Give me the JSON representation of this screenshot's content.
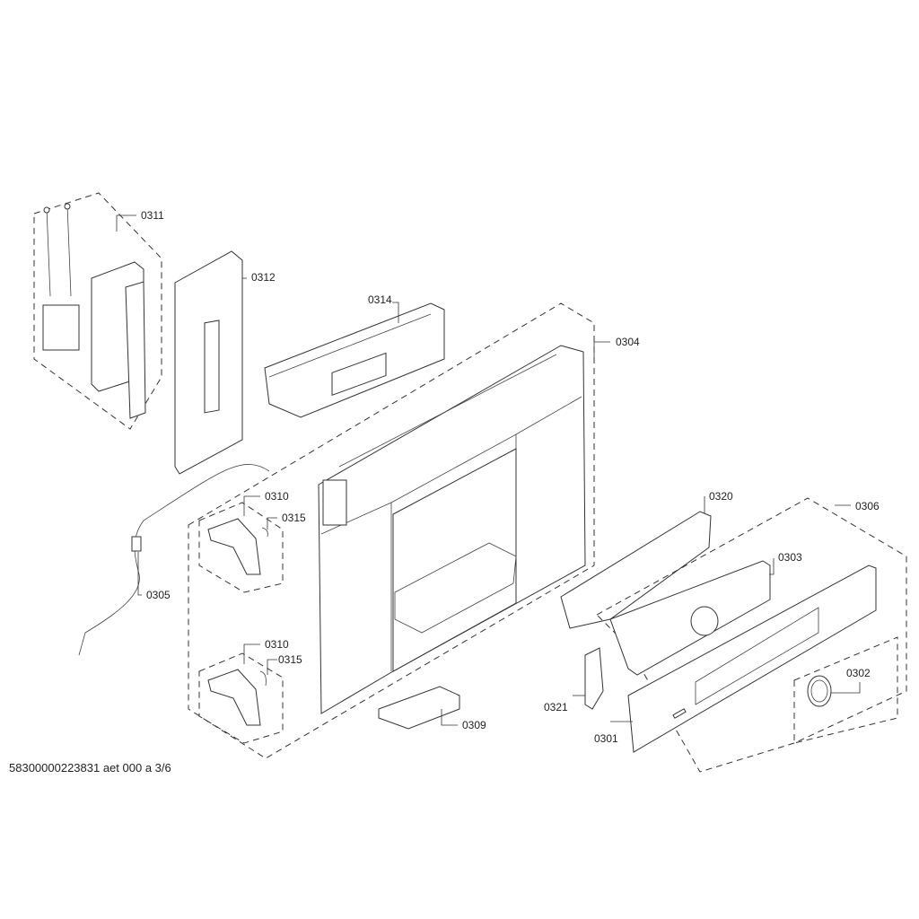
{
  "diagram": {
    "parts": {
      "p0311": "0311",
      "p0312": "0312",
      "p0314": "0314",
      "p0304": "0304",
      "p0310a": "0310",
      "p0315a": "0315",
      "p0305": "0305",
      "p0320": "0320",
      "p0306": "0306",
      "p0303": "0303",
      "p0310b": "0310",
      "p0315b": "0315",
      "p0302": "0302",
      "p0321": "0321",
      "p0309": "0309",
      "p0301": "0301"
    },
    "footer": "58300000223831 aet 000 a 3/6"
  }
}
